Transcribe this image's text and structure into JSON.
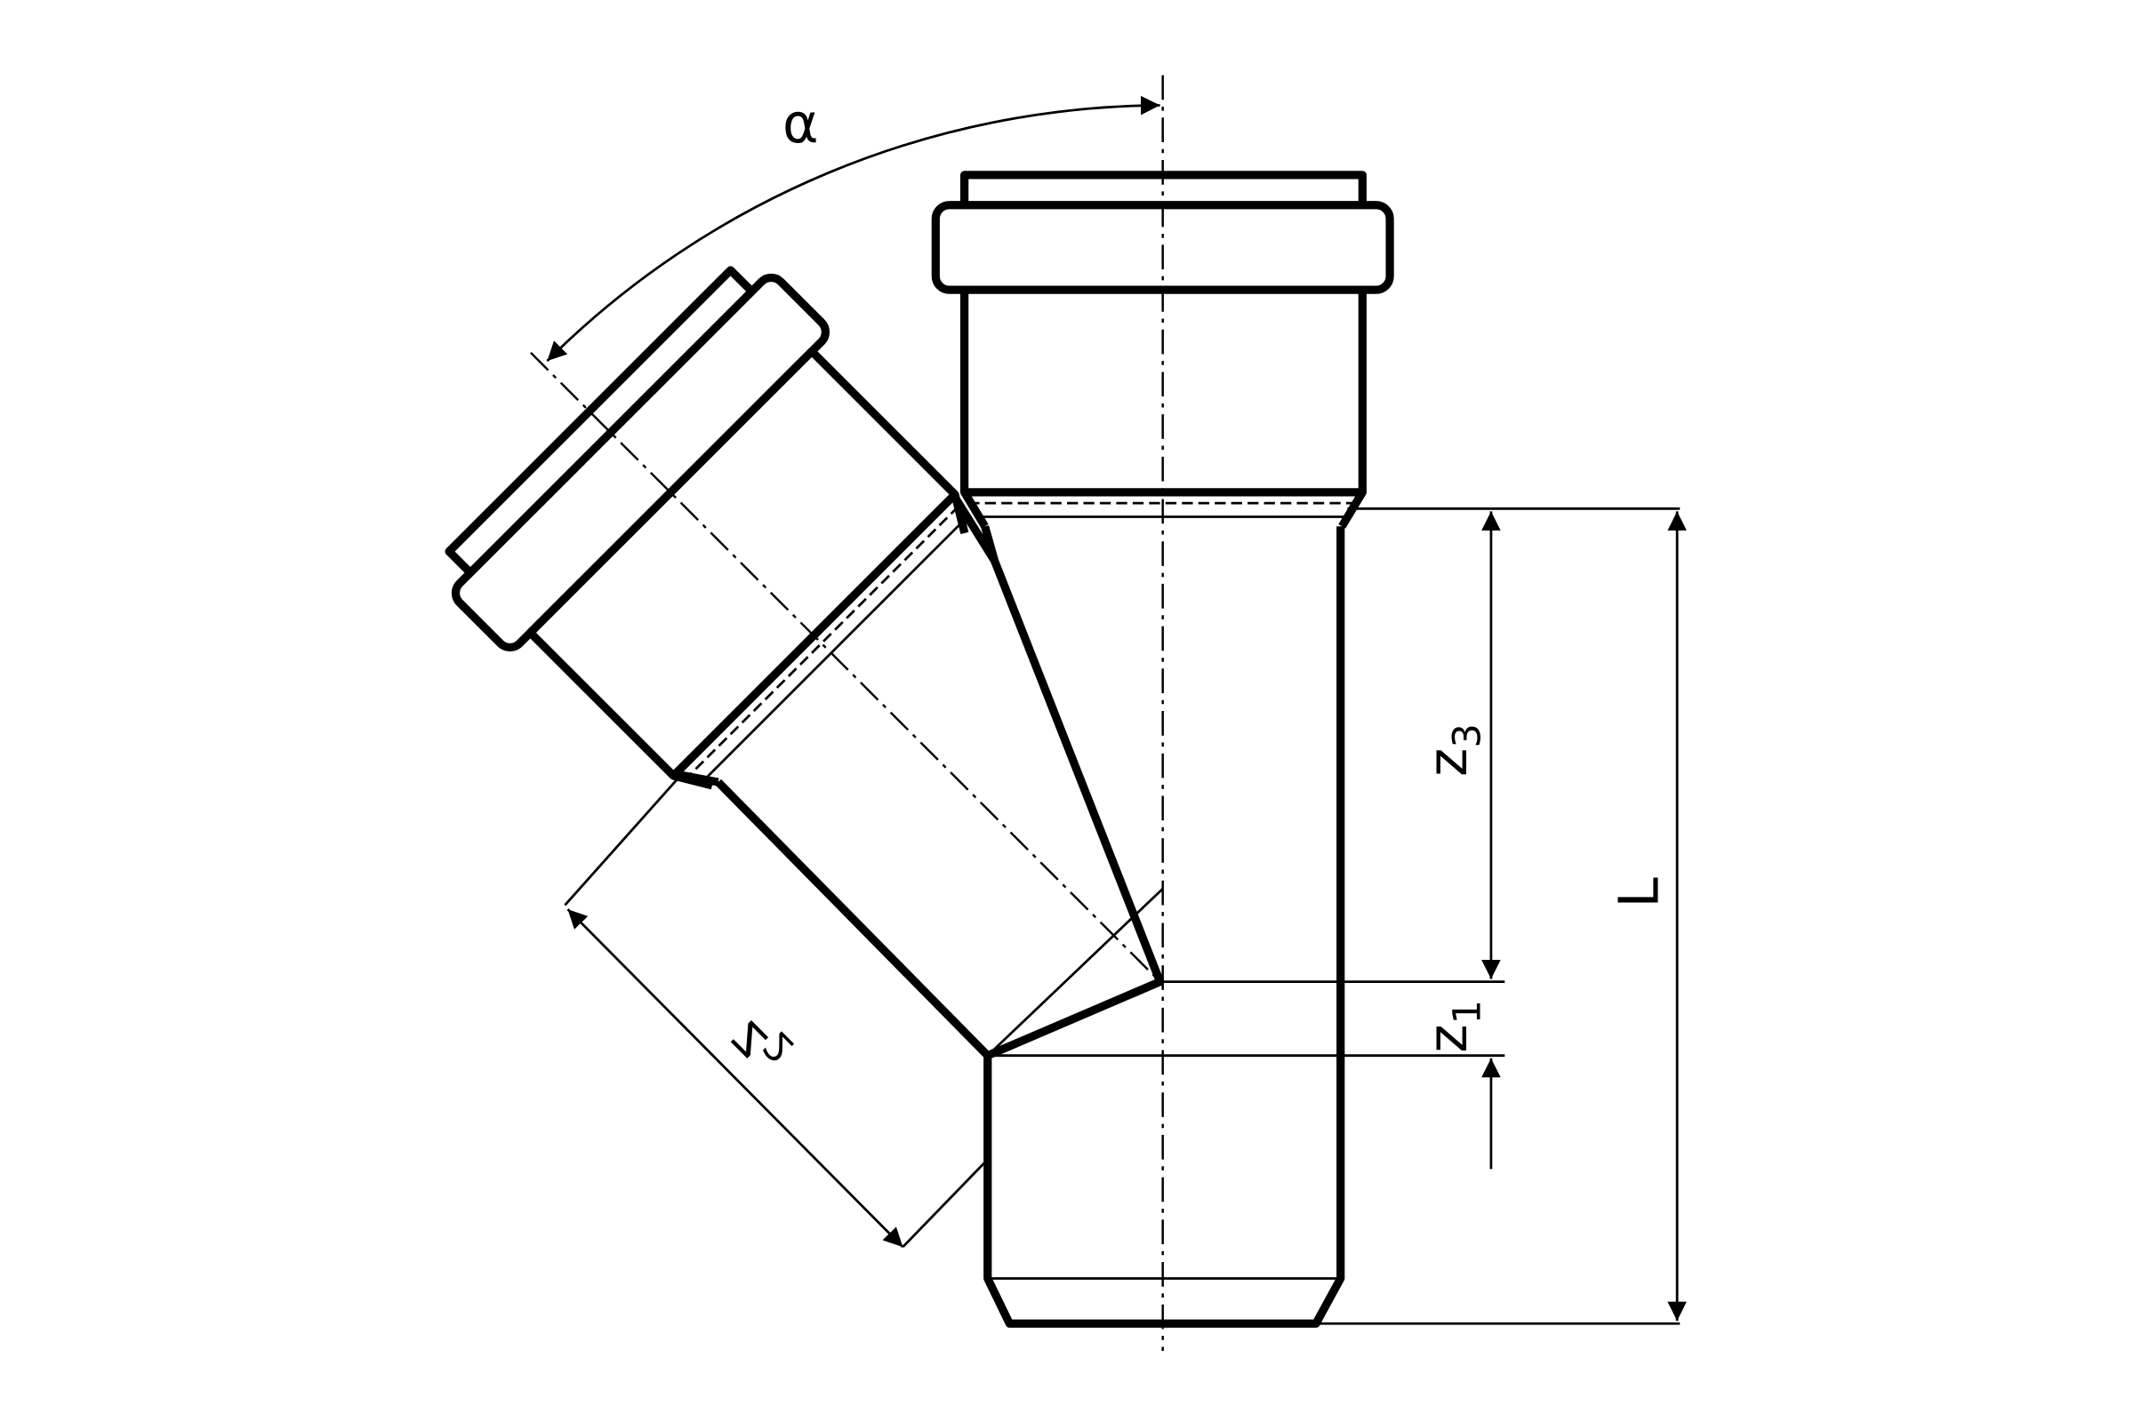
{
  "labels": {
    "angle": "α",
    "z3_main": "z",
    "z3_sub": "3",
    "z1_main": "z",
    "z1_sub": "1",
    "z2_main": "z",
    "z2_sub": "2",
    "length": "L"
  }
}
